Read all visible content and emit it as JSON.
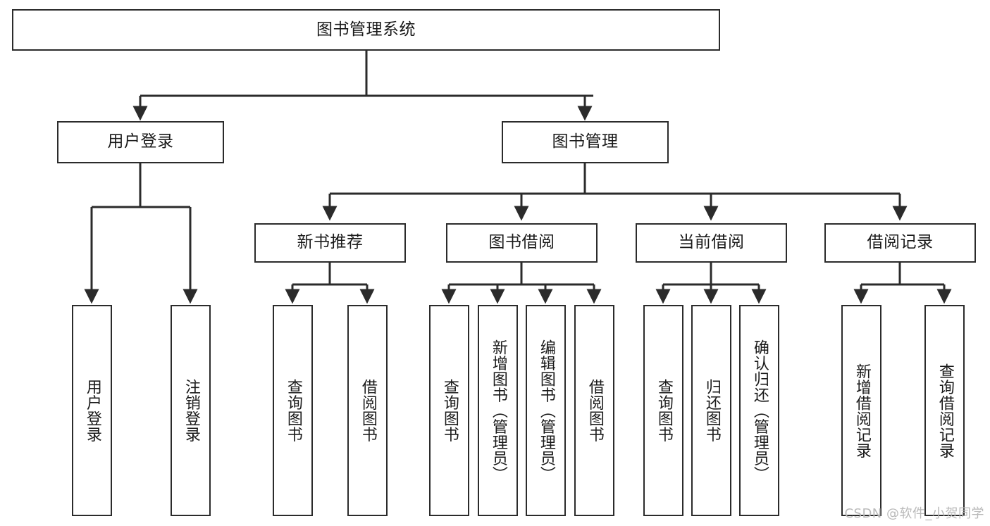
{
  "diagram": {
    "type": "tree-hierarchy",
    "title": "图书管理系统",
    "background_color": "#ffffff",
    "line_color": "#2b2b2b",
    "text_color": "#1a1a1a",
    "nodes": {
      "root": {
        "label": "图书管理系统",
        "level": 0,
        "orientation": "horizontal"
      },
      "user_login": {
        "label": "用户登录",
        "level": 1,
        "orientation": "horizontal"
      },
      "book_manage": {
        "label": "图书管理",
        "level": 1,
        "orientation": "horizontal"
      },
      "new_book_rec": {
        "label": "新书推荐",
        "level": 2,
        "orientation": "horizontal"
      },
      "book_borrow": {
        "label": "图书借阅",
        "level": 2,
        "orientation": "horizontal"
      },
      "current_borrow": {
        "label": "当前借阅",
        "level": 2,
        "orientation": "horizontal"
      },
      "borrow_record": {
        "label": "借阅记录",
        "level": 2,
        "orientation": "horizontal"
      },
      "leaf_user_login": {
        "label": "用户登录",
        "level": 3,
        "orientation": "vertical"
      },
      "leaf_logout": {
        "label": "注销登录",
        "level": 3,
        "orientation": "vertical"
      },
      "leaf_query_book_1": {
        "label": "查询图书",
        "level": 3,
        "orientation": "vertical"
      },
      "leaf_borrow_book_1": {
        "label": "借阅图书",
        "level": 3,
        "orientation": "vertical"
      },
      "leaf_query_book_2": {
        "label": "查询图书",
        "level": 3,
        "orientation": "vertical"
      },
      "leaf_add_book": {
        "label": "新增图书（管理员）",
        "level": 3,
        "orientation": "vertical"
      },
      "leaf_edit_book": {
        "label": "编辑图书（管理员）",
        "level": 3,
        "orientation": "vertical"
      },
      "leaf_borrow_book_2": {
        "label": "借阅图书",
        "level": 3,
        "orientation": "vertical"
      },
      "leaf_query_book_3": {
        "label": "查询图书",
        "level": 3,
        "orientation": "vertical"
      },
      "leaf_return_book": {
        "label": "归还图书",
        "level": 3,
        "orientation": "vertical"
      },
      "leaf_confirm_return": {
        "label": "确认归还（管理员）",
        "level": 3,
        "orientation": "vertical"
      },
      "leaf_add_record": {
        "label": "新增借阅记录",
        "level": 3,
        "orientation": "vertical"
      },
      "leaf_query_record": {
        "label": "查询借阅记录",
        "level": 3,
        "orientation": "vertical"
      }
    },
    "edges": [
      {
        "from": "root",
        "to": "user_login"
      },
      {
        "from": "root",
        "to": "book_manage"
      },
      {
        "from": "user_login",
        "to": "leaf_user_login"
      },
      {
        "from": "user_login",
        "to": "leaf_logout"
      },
      {
        "from": "book_manage",
        "to": "new_book_rec"
      },
      {
        "from": "book_manage",
        "to": "book_borrow"
      },
      {
        "from": "book_manage",
        "to": "current_borrow"
      },
      {
        "from": "book_manage",
        "to": "borrow_record"
      },
      {
        "from": "new_book_rec",
        "to": "leaf_query_book_1"
      },
      {
        "from": "new_book_rec",
        "to": "leaf_borrow_book_1"
      },
      {
        "from": "book_borrow",
        "to": "leaf_query_book_2"
      },
      {
        "from": "book_borrow",
        "to": "leaf_add_book"
      },
      {
        "from": "book_borrow",
        "to": "leaf_edit_book"
      },
      {
        "from": "book_borrow",
        "to": "leaf_borrow_book_2"
      },
      {
        "from": "current_borrow",
        "to": "leaf_query_book_3"
      },
      {
        "from": "current_borrow",
        "to": "leaf_return_book"
      },
      {
        "from": "current_borrow",
        "to": "leaf_confirm_return"
      },
      {
        "from": "borrow_record",
        "to": "leaf_add_record"
      },
      {
        "from": "borrow_record",
        "to": "leaf_query_record"
      }
    ]
  },
  "watermark": {
    "text": "CSDN @软件_小贺同学"
  }
}
